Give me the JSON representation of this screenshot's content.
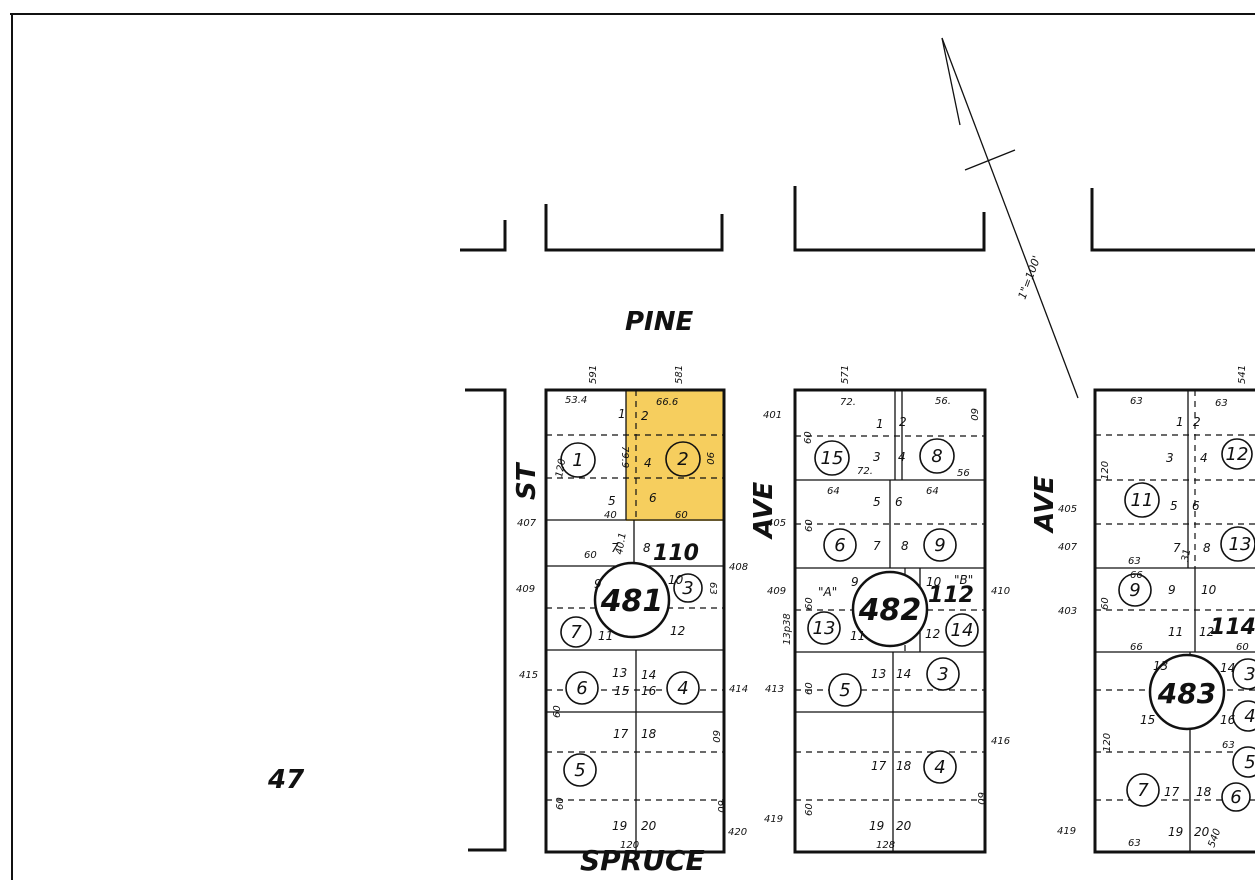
{
  "streets": {
    "pine": "PINE",
    "spruce": "SPRUCE",
    "st": "ST",
    "ave_1": "AVE",
    "ave_2": "AVE"
  },
  "scale_note": "1\"=100'",
  "sheet_number": "47",
  "highlight_color": "#f5c542",
  "blocks": {
    "b481": {
      "number": "481",
      "sub_number": "110",
      "addresses": {
        "a591": "591",
        "a581": "581",
        "a407": "407",
        "a409": "409",
        "a415": "415",
        "a408": "408",
        "a414": "414",
        "a420": "420"
      },
      "lot_numbers": {
        "l1": "1",
        "l2": "2",
        "l4": "4",
        "l5": "5",
        "l6": "6",
        "l7": "7",
        "l8": "8",
        "l9": "9",
        "l10": "10",
        "l11": "11",
        "l12": "12",
        "l13": "13",
        "l14": "14",
        "l15": "15",
        "l16": "16",
        "l17": "17",
        "l18": "18",
        "l19": "19",
        "l20": "20"
      },
      "parcels": {
        "p1": "1",
        "p2": "2",
        "p3": "3",
        "p4": "4",
        "p5": "5",
        "p6": "6",
        "p7": "7"
      },
      "dims": {
        "d534": "53.4",
        "d666": "66.6",
        "d799": "79.9",
        "d120a": "120",
        "d90": "90",
        "d60a": "60",
        "d60b": "60",
        "d60c": "60",
        "d60d": "60",
        "d60e": "60",
        "d60f": "60",
        "d63": "63",
        "d120b": "120",
        "d40": "40",
        "d401": "40.1"
      }
    },
    "b482": {
      "number": "482",
      "sub_number": "112",
      "addresses": {
        "a571": "571",
        "a401": "401",
        "a405": "405",
        "a409": "409",
        "a413": "413",
        "a419": "419",
        "a410": "410",
        "a416": "416",
        "a13p38": "13p38"
      },
      "lot_numbers": {
        "l1": "1",
        "l2": "2",
        "l3": "3",
        "l4": "4",
        "l5": "5",
        "l6": "6",
        "l7": "7",
        "l8": "8",
        "l9": "9",
        "l10": "10",
        "l11": "11",
        "l12": "12",
        "l13": "13",
        "l14": "14",
        "l17": "17",
        "l18": "18",
        "l19": "19",
        "l20": "20"
      },
      "parcels": {
        "p3": "3",
        "p4": "4",
        "p5": "5",
        "p6": "6",
        "p8": "8",
        "p9": "9",
        "p13": "13",
        "p14": "14",
        "p15": "15"
      },
      "labels": {
        "a": "\"A\"",
        "b": "\"B\""
      },
      "dims": {
        "d72a": "72.",
        "d72b": "72.",
        "d56a": "56.",
        "d56b": "56",
        "d64a": "64",
        "d64b": "64",
        "d60a": "60",
        "d60b": "60",
        "d60c": "60",
        "d60d": "60",
        "d60e": "60",
        "d60f": "60",
        "d60g": "60",
        "d128": "128"
      }
    },
    "b483": {
      "number": "483",
      "sub_number": "114",
      "addresses": {
        "a541": "541",
        "a405": "405",
        "a407": "407",
        "a403": "403",
        "a419": "419"
      },
      "lot_numbers": {
        "l1": "1",
        "l2": "2",
        "l3": "3",
        "l4": "4",
        "l5": "5",
        "l6": "6",
        "l7": "7",
        "l8": "8",
        "l9": "9",
        "l10": "10",
        "l11": "11",
        "l12": "12",
        "l13": "13",
        "l14": "14",
        "l15": "15",
        "l16": "16",
        "l17": "17",
        "l18": "18",
        "l19": "19",
        "l20": "20"
      },
      "parcels": {
        "p3": "3",
        "p4": "4",
        "p5": "5",
        "p6": "6",
        "p7": "7",
        "p9": "9",
        "p11": "11",
        "p12": "12",
        "p13": "13"
      },
      "dims": {
        "d63a": "63",
        "d63b": "63",
        "d63c": "63",
        "d63d": "63",
        "d66a": "66",
        "d66b": "66",
        "d120a": "120",
        "d120b": "120",
        "d60": "60",
        "d60b": "60",
        "d31": "31",
        "d63e": "63",
        "d540": "540"
      }
    }
  }
}
